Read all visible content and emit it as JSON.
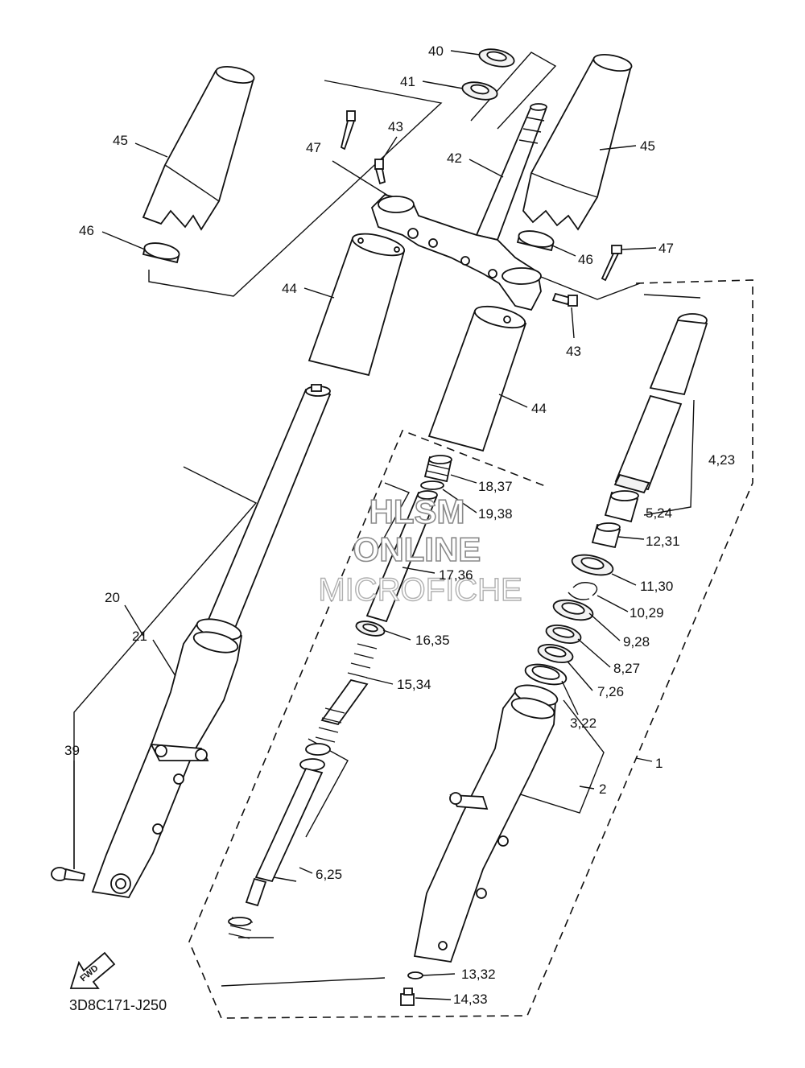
{
  "diagram_code": "3D8C171-J250",
  "fwd_label": "FWD",
  "watermark": {
    "line1": "HLSM",
    "line2": "ONLINE",
    "line3": "MICROFICHE"
  },
  "callouts": [
    {
      "id": "c40",
      "text": "40"
    },
    {
      "id": "c41",
      "text": "41"
    },
    {
      "id": "c43a",
      "text": "43"
    },
    {
      "id": "c47a",
      "text": "47"
    },
    {
      "id": "c42",
      "text": "42"
    },
    {
      "id": "c45a",
      "text": "45"
    },
    {
      "id": "c45b",
      "text": "45"
    },
    {
      "id": "c46a",
      "text": "46"
    },
    {
      "id": "c46b",
      "text": "46"
    },
    {
      "id": "c47b",
      "text": "47"
    },
    {
      "id": "c44a",
      "text": "44"
    },
    {
      "id": "c43b",
      "text": "43"
    },
    {
      "id": "c44b",
      "text": "44"
    },
    {
      "id": "c423",
      "text": "4,23"
    },
    {
      "id": "c1837",
      "text": "18,37"
    },
    {
      "id": "c524",
      "text": "5,24"
    },
    {
      "id": "c1938",
      "text": "19,38"
    },
    {
      "id": "c1231",
      "text": "12,31"
    },
    {
      "id": "c1736",
      "text": "17,36"
    },
    {
      "id": "c1130",
      "text": "11,30"
    },
    {
      "id": "c20",
      "text": "20"
    },
    {
      "id": "c1029",
      "text": "10,29"
    },
    {
      "id": "c21",
      "text": "21"
    },
    {
      "id": "c1635",
      "text": "16,35"
    },
    {
      "id": "c928",
      "text": "9,28"
    },
    {
      "id": "c827",
      "text": "8,27"
    },
    {
      "id": "c1534",
      "text": "15,34"
    },
    {
      "id": "c726",
      "text": "7,26"
    },
    {
      "id": "c322",
      "text": "3,22"
    },
    {
      "id": "c39",
      "text": "39"
    },
    {
      "id": "c1",
      "text": "1"
    },
    {
      "id": "c2",
      "text": "2"
    },
    {
      "id": "c625",
      "text": "6,25"
    },
    {
      "id": "c1332",
      "text": "13,32"
    },
    {
      "id": "c1433",
      "text": "14,33"
    }
  ]
}
